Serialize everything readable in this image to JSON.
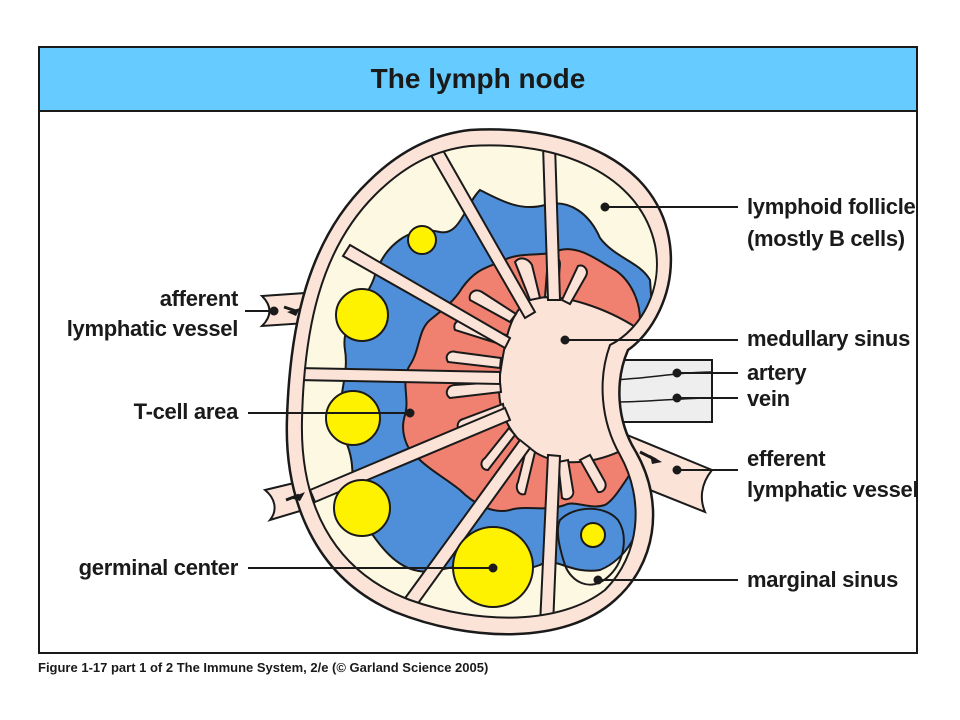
{
  "title": "The lymph node",
  "labels": {
    "lymphoid_follicle": "lymphoid follicle",
    "lymphoid_follicle_sub": "(mostly B cells)",
    "afferent_1": "afferent",
    "afferent_2": "lymphatic vessel",
    "medullary_sinus": "medullary sinus",
    "artery": "artery",
    "vein": "vein",
    "t_cell_area": "T-cell area",
    "efferent_1": "efferent",
    "efferent_2": "lymphatic vessel",
    "germinal_center": "germinal center",
    "marginal_sinus": "marginal sinus"
  },
  "caption": "Figure 1-17 part 1 of 2  The Immune System, 2/e (© Garland Science 2005)",
  "colors": {
    "header": "#66ccff",
    "capsule": "#fbe3d8",
    "cortex": "#fdf8e1",
    "t_cell_zone": "#4f8fd9",
    "medulla": "#f08070",
    "follicle": "#fff200",
    "vessel_pale": "#eeeeee"
  }
}
